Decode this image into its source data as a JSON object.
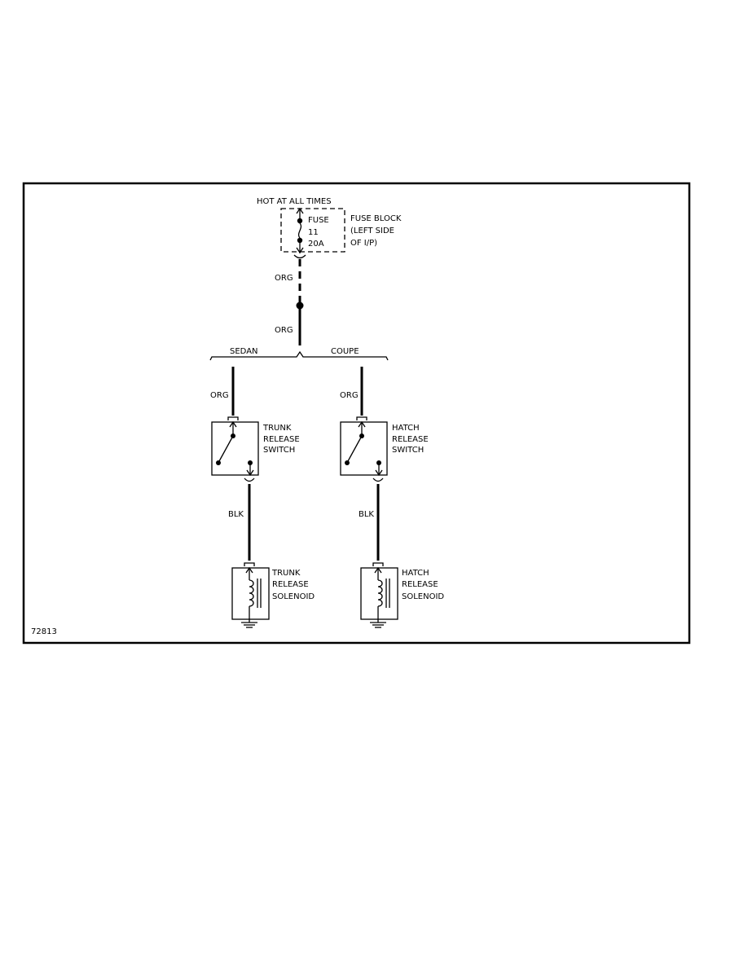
{
  "power": {
    "hot_label": "HOT AT ALL TIMES",
    "fuse_name": "FUSE",
    "fuse_number": "11",
    "fuse_rating": "20A",
    "fuse_block_line1": "FUSE BLOCK",
    "fuse_block_line2": "(LEFT SIDE",
    "fuse_block_line3": "OF I/P)"
  },
  "wires": {
    "main_upper": "ORG",
    "main_lower": "ORG",
    "sedan_feed": "ORG",
    "coupe_feed": "ORG",
    "sedan_ground": "BLK",
    "coupe_ground": "BLK"
  },
  "branches": {
    "left": "SEDAN",
    "right": "COUPE"
  },
  "trunk_switch": {
    "line1": "TRUNK",
    "line2": "RELEASE",
    "line3": "SWITCH"
  },
  "hatch_switch": {
    "line1": "HATCH",
    "line2": "RELEASE",
    "line3": "SWITCH"
  },
  "trunk_solenoid": {
    "line1": "TRUNK",
    "line2": "RELEASE",
    "line3": "SOLENOID"
  },
  "hatch_solenoid": {
    "line1": "HATCH",
    "line2": "RELEASE",
    "line3": "SOLENOID"
  },
  "figure_id": "72813"
}
